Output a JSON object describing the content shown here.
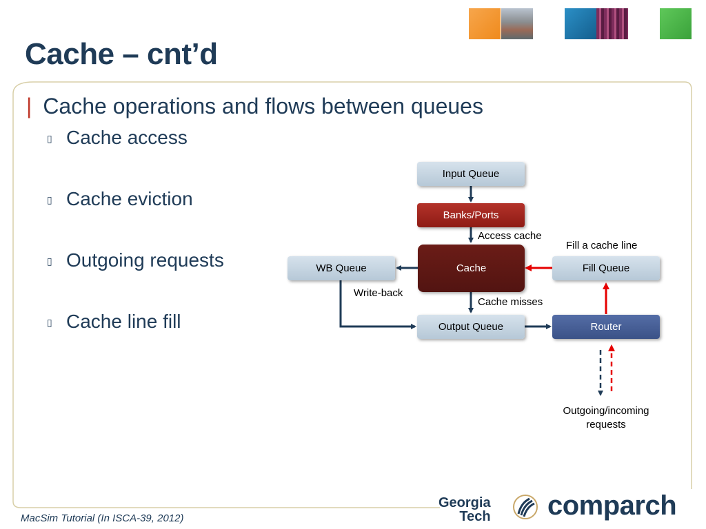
{
  "slide": {
    "title": "Cache – cnt’d",
    "bullet": "Cache operations and flows between queues",
    "sub_bullets": [
      "Cache access",
      "Cache eviction",
      "Outgoing requests",
      "Cache line fill"
    ],
    "footer": "MacSim Tutorial (In ISCA-39, 2012)"
  },
  "diagram": {
    "input_queue": "Input Queue",
    "banks_ports": "Banks/Ports",
    "cache": "Cache",
    "wb_queue": "WB Queue",
    "fill_queue": "Fill Queue",
    "output_queue": "Output Queue",
    "router": "Router",
    "label_access": "Access cache",
    "label_fill_line": "Fill a cache line",
    "label_writeback": "Write-back",
    "label_misses": "Cache misses",
    "label_outgoing_line1": "Outgoing/incoming",
    "label_outgoing_line2": "requests"
  },
  "logos": {
    "georgia_line1": "Georgia",
    "georgia_line2": "Tech",
    "comparch": "comparch"
  },
  "colors": {
    "title": "#1f3b57",
    "accent_red": "#e60000",
    "dark_arrow": "#1f3b57",
    "frame": "#d8cfa8"
  }
}
